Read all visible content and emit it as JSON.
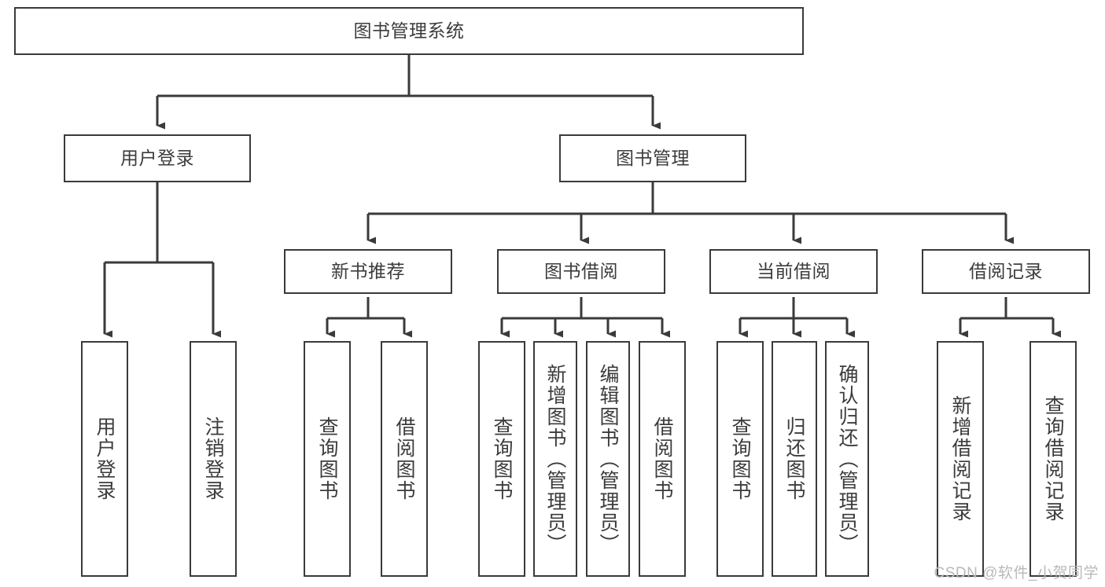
{
  "diagram": {
    "title": "图书管理系统",
    "type": "tree-hierarchy",
    "watermark": "CSDN @软件_小贺同学",
    "colors": {
      "border": "#3a3a3a",
      "text": "#3c3c3c",
      "background": "#ffffff",
      "watermark": "#b9b9b9"
    },
    "nodes": {
      "root": {
        "label": "图书管理系统"
      },
      "level2": [
        {
          "label": "用户登录"
        },
        {
          "label": "图书管理"
        }
      ],
      "level3": [
        {
          "label": "新书推荐"
        },
        {
          "label": "图书借阅"
        },
        {
          "label": "当前借阅"
        },
        {
          "label": "借阅记录"
        }
      ],
      "leaves_login": [
        {
          "label": "用户登录"
        },
        {
          "label": "注销登录"
        }
      ],
      "leaves_newbook": [
        {
          "label": "查询图书"
        },
        {
          "label": "借阅图书"
        }
      ],
      "leaves_borrow": [
        {
          "label": "查询图书"
        },
        {
          "label": "新增图书（管理员）"
        },
        {
          "label": "编辑图书（管理员）"
        },
        {
          "label": "借阅图书"
        }
      ],
      "leaves_current": [
        {
          "label": "查询图书"
        },
        {
          "label": "归还图书"
        },
        {
          "label": "确认归还（管理员）"
        }
      ],
      "leaves_records": [
        {
          "label": "新增借阅记录"
        },
        {
          "label": "查询借阅记录"
        }
      ]
    }
  }
}
